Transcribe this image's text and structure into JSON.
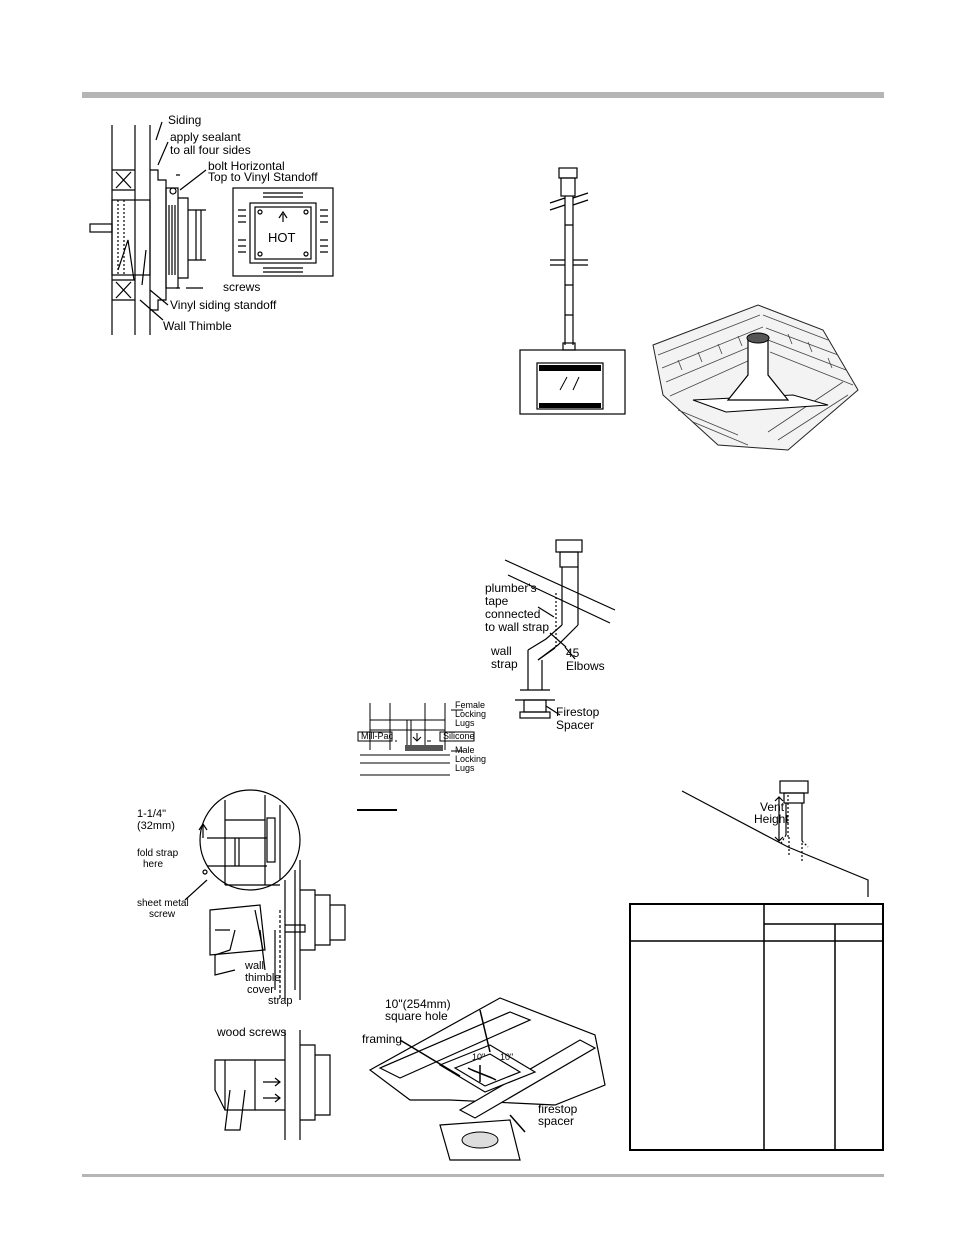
{
  "fig_wall_thimble": {
    "siding": "Siding",
    "sealant_1": "apply sealant",
    "sealant_2": "to all four sides",
    "bolt_1": "bolt Horizontal",
    "bolt_2": "Top to Vinyl Standoff",
    "hot": "HOT",
    "screws": "screws",
    "vinyl": "Vinyl siding standoff",
    "thimble": "Wall Thimble"
  },
  "fig_offset": {
    "tape_1": "plumber's",
    "tape_2": "tape",
    "tape_3": "connected",
    "tape_4": "to wall strap",
    "strap_1": "wall",
    "strap_2": "strap",
    "elbows_1": "45",
    "elbows_2": "Elbows",
    "spacer_1": "Firestop",
    "spacer_2": "Spacer"
  },
  "fig_lugs": {
    "female_1": "Female",
    "female_2": "Locking",
    "female_3": "Lugs",
    "mill_pac": "Mill-Pac",
    "silicone": "Silicone",
    "male_1": "Male",
    "male_2": "Locking",
    "male_3": "Lugs"
  },
  "fig_vent_height": {
    "label_1": "Vent",
    "label_2": "Height"
  },
  "fig_strap_detail": {
    "dim_1": "1-1/4\"",
    "dim_2": "(32mm)",
    "fold_1": "fold strap",
    "fold_2": "here",
    "screw_1": "sheet metal",
    "screw_2": "screw",
    "cover_1": "wall",
    "cover_2": "thimble",
    "cover_3": "cover",
    "strap": "strap",
    "wood": "wood screws"
  },
  "fig_framing": {
    "hole_1": "10\"(254mm)",
    "hole_2": "square hole",
    "framing": "framing",
    "dim_a": "10\"",
    "dim_b": "10\"",
    "spacer_1": "firestop",
    "spacer_2": "spacer"
  }
}
